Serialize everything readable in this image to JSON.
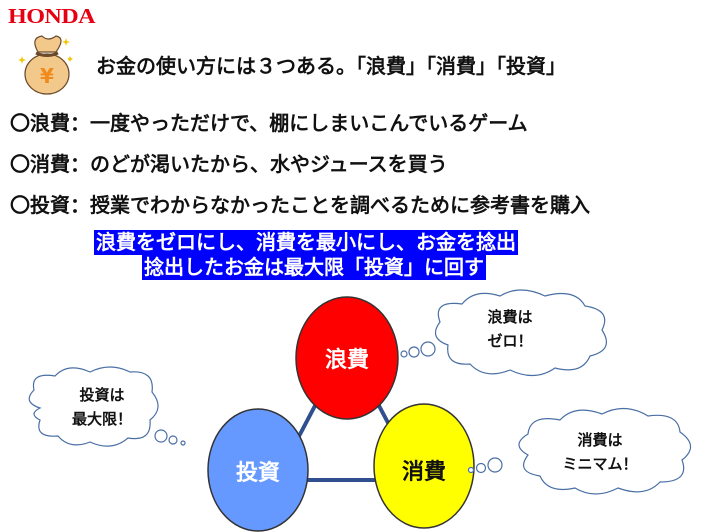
{
  "logo": "HONDA",
  "icon": "money-bag-yen-icon",
  "headline": "お金の使い方には３つある。「浪費」「消費」「投資」",
  "definitions": [
    "〇浪費：一度やっただけで、棚にしまいこんでいるゲーム",
    "〇消費：のどが渇いたから、水やジュースを買う",
    "〇投資：授業でわからなかったことを調べるために参考書を購入"
  ],
  "highlight": [
    "浪費をゼロにし、消費を最小にし、お金を捻出",
    "捻出したお金は最大限「投資」に回す"
  ],
  "diagram": {
    "nodes": [
      {
        "label": "浪費",
        "color": "#ff0000",
        "text_color": "#ffffff"
      },
      {
        "label": "投資",
        "color": "#6699ff",
        "text_color": "#ffffff"
      },
      {
        "label": "消費",
        "color": "#ffff00",
        "text_color": "#111111"
      }
    ],
    "clouds": [
      {
        "line1": "浪費は",
        "line2": "ゼロ！"
      },
      {
        "line1": "投資は",
        "line2": "最大限！"
      },
      {
        "line1": "消費は",
        "line2": "ミニマム！"
      }
    ]
  }
}
